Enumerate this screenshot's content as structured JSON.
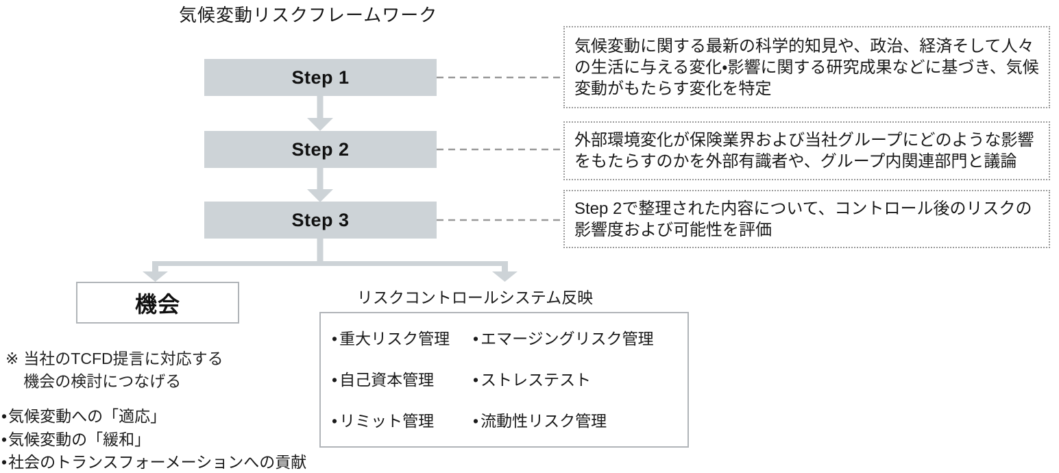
{
  "title": "気候変動リスクフレームワーク",
  "steps": [
    {
      "label": "Step 1",
      "description": "気候変動に関する最新の科学的知見や、政治、経済そして人々の生活に与える変化・影響に関する研究成果などに基づき、気候変動がもたらす変化を特定"
    },
    {
      "label": "Step 2",
      "description": "外部環境変化が保険業界および当社グループにどのような影響をもたらすのかを外部有識者や、グループ内関連部門と議論"
    },
    {
      "label": "Step 3",
      "description": "Step 2で整理された内容について、コントロール後のリスクの影響度および可能性を評価"
    }
  ],
  "opportunity": {
    "box_label": "機会",
    "note_marker": "※",
    "note_line1": "当社のTCFD提言に対応する",
    "note_line2": "機会の検討につなげる",
    "items": [
      "気候変動への「適応」",
      "気候変動の「緩和」",
      "社会のトランスフォーメーションへの貢献"
    ]
  },
  "risk_control": {
    "label": "リスクコントロールシステム反映",
    "items": [
      "重大リスク管理",
      "エマージングリスク管理",
      "自己資本管理",
      "ストレステスト",
      "リミット管理",
      "流動性リスク管理"
    ]
  },
  "colors": {
    "step_fill": "#cdd3d7",
    "arrow": "#cdd3d7",
    "solid_border": "#b0b4b8",
    "connector": "#999999",
    "text": "#1a1a1a"
  }
}
